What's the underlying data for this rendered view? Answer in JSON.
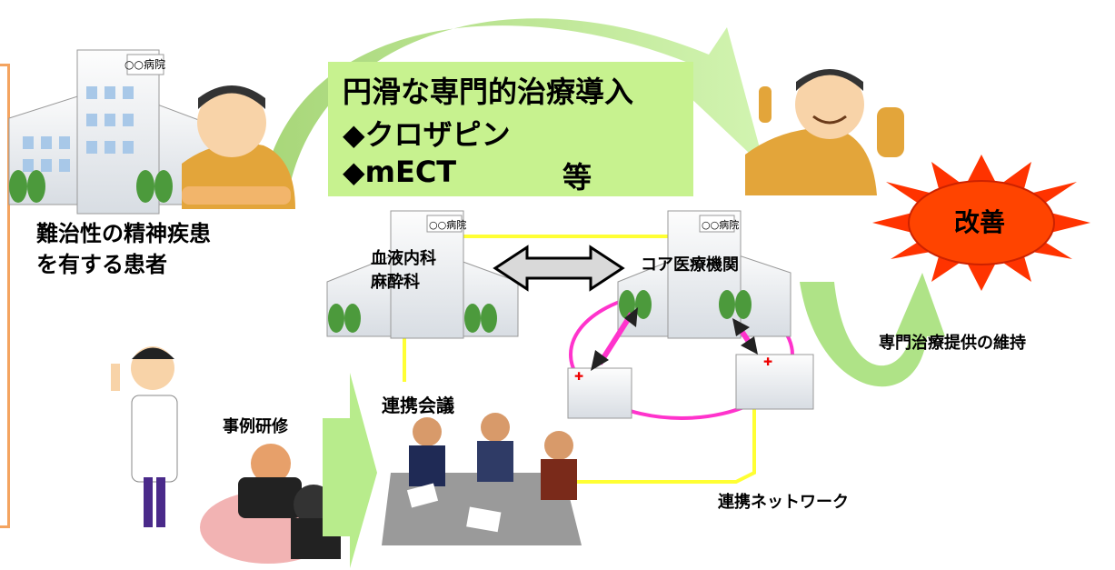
{
  "treatment_box": {
    "line1": "円滑な専門的治療導入",
    "line2": "◆クロザピン",
    "line3_left": "◆mECT",
    "line3_right": "等"
  },
  "patient_label": {
    "line1": "難治性の精神疾患",
    "line2": "を有する患者"
  },
  "hospital_sign": "○○病院",
  "improvement": "改善",
  "maintenance": "専門治療提供の維持",
  "dept_label": {
    "line1": "血液内科",
    "line2": "麻酔科"
  },
  "core_label": "コア医療機関",
  "case_training": "事例研修",
  "liaison_meeting": "連携会議",
  "network": "連携ネットワーク",
  "colors": {
    "bracket": "#f4a460",
    "green_box": "#c7f28f",
    "arrow_green": "#a6e07a",
    "starburst": "#ff3300",
    "improvement_fill": "#ff4400",
    "network_yellow": "#ffff33",
    "network_magenta": "#ff33cc"
  }
}
